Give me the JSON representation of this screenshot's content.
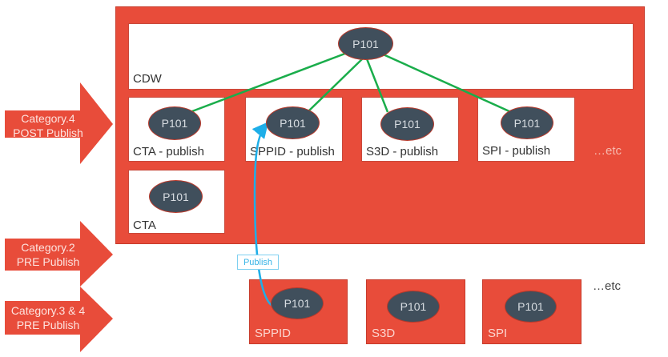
{
  "colors": {
    "accent_red": "#e84c3a",
    "node_fill": "#404f5c",
    "link_green": "#1aad4b",
    "publish_blue": "#1eaee8"
  },
  "categories": [
    {
      "line1": "Category.4",
      "line2": "POST Publish"
    },
    {
      "line1": "Category.2",
      "line2": "PRE Publish"
    },
    {
      "line1": "Category.3 & 4",
      "line2": "PRE Publish"
    }
  ],
  "cdw": {
    "label": "CDW",
    "node": "P101"
  },
  "publish_boxes": [
    {
      "label": "CTA - publish",
      "node": "P101"
    },
    {
      "label": "SPPID - publish",
      "node": "P101"
    },
    {
      "label": "S3D - publish",
      "node": "P101"
    },
    {
      "label": "SPI - publish",
      "node": "P101"
    }
  ],
  "publish_etc": "…etc",
  "cta_box": {
    "label": "CTA",
    "node": "P101"
  },
  "source_boxes": [
    {
      "label": "SPPID",
      "node": "P101"
    },
    {
      "label": "S3D",
      "node": "P101"
    },
    {
      "label": "SPI",
      "node": "P101"
    }
  ],
  "source_etc": "…etc",
  "publish_action": "Publish"
}
